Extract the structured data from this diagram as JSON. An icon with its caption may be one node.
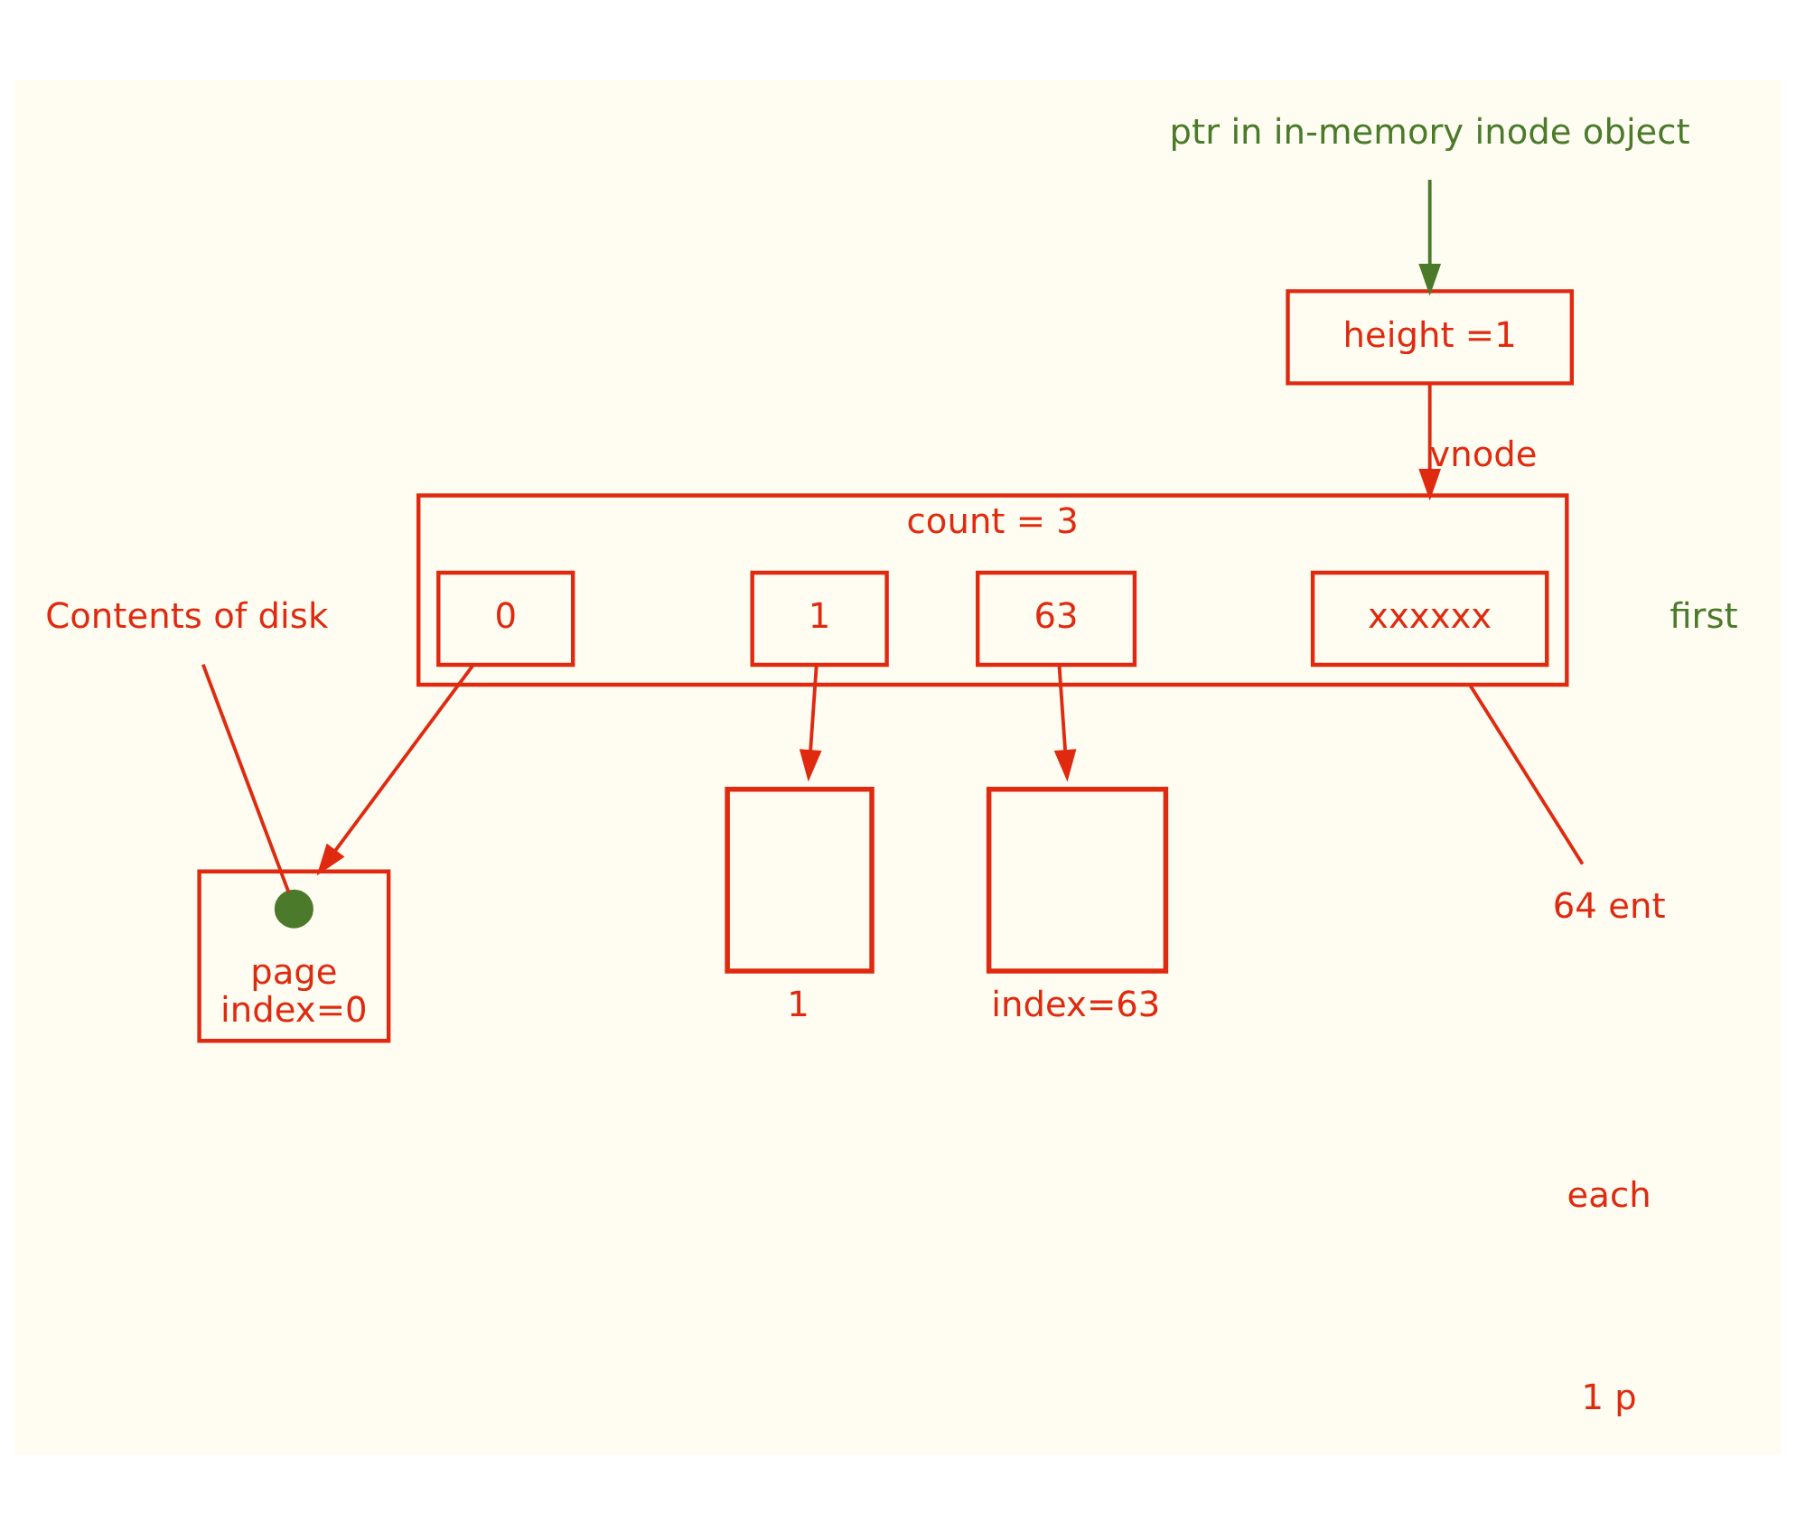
{
  "diagram": {
    "nodes": [
      {
        "text": [
          "height =1"
        ]
      },
      {
        "text": [
          "ptr in in-memory inode object"
        ]
      },
      {
        "text": [
          "count = 3"
        ]
      },
      {
        "text": [
          "0"
        ],
        "in": 2
      },
      {
        "text": [
          "1"
        ],
        "in": 2
      },
      {
        "text": [
          "xxxxxx"
        ],
        "in": 2
      },
      {
        "text": [
          "63"
        ],
        "in": 2
      },
      {
        "text": [
          "64 ent"
        ]
      },
      {
        "text": [
          "Contents of disk"
        ]
      },
      {
        "text": [],
        "shape": "box",
        "beside": [
          "page",
          "index=0"
        ]
      },
      {
        "text": [],
        "shape": "circle",
        "in": 9
      },
      {
        "text": [],
        "shape": "box",
        "beside": [
          "1"
        ]
      },
      {
        "text": [],
        "shape": "box",
        "beside": [
          "index=63"
        ]
      }
    ],
    "edges": [
      {
        "from": 1,
        "to": 0,
        "arrow": "to",
        "color": "#4a7a2a"
      },
      {
        "from": 0,
        "to": 2,
        "arrow": "to",
        "label": "vnode"
      },
      {
        "from": 2,
        "to": 7,
        "arrow": "none"
      },
      {
        "from": 8,
        "to": 10,
        "arrow": "none"
      },
      {
        "from": 3,
        "to": 9,
        "arrow": "to"
      },
      {
        "from": 4,
        "to": 11,
        "arrow": "to"
      },
      {
        "from": 6,
        "to": 12,
        "arrow": "to"
      }
    ],
    "labels": [
      "first",
      "each",
      "1 p"
    ]
  }
}
